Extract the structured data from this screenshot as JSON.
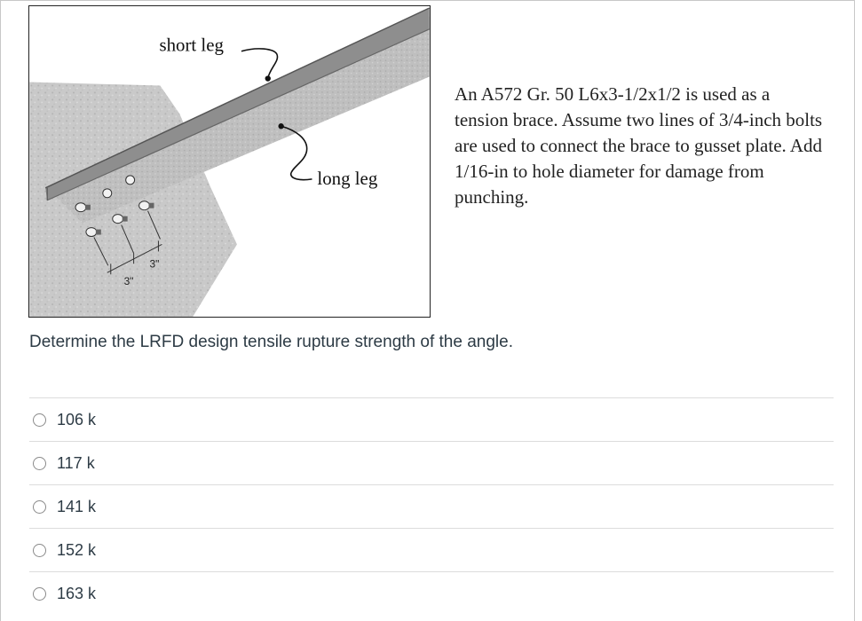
{
  "figure": {
    "short_leg_label": "short leg",
    "long_leg_label": "long leg",
    "dim_left": "3\"",
    "dim_right": "3\""
  },
  "problem": {
    "text": "An A572 Gr. 50 L6x3-1/2x1/2 is used as a tension brace.  Assume two lines of 3/4-inch bolts are used to connect the brace to gusset plate.  Add 1/16-in to hole diameter for damage from punching."
  },
  "question": {
    "text": "Determine the LRFD design tensile rupture strength of the angle."
  },
  "answers": [
    {
      "label": "106 k"
    },
    {
      "label": "117 k"
    },
    {
      "label": "141 k"
    },
    {
      "label": "152 k"
    },
    {
      "label": "163 k"
    }
  ]
}
